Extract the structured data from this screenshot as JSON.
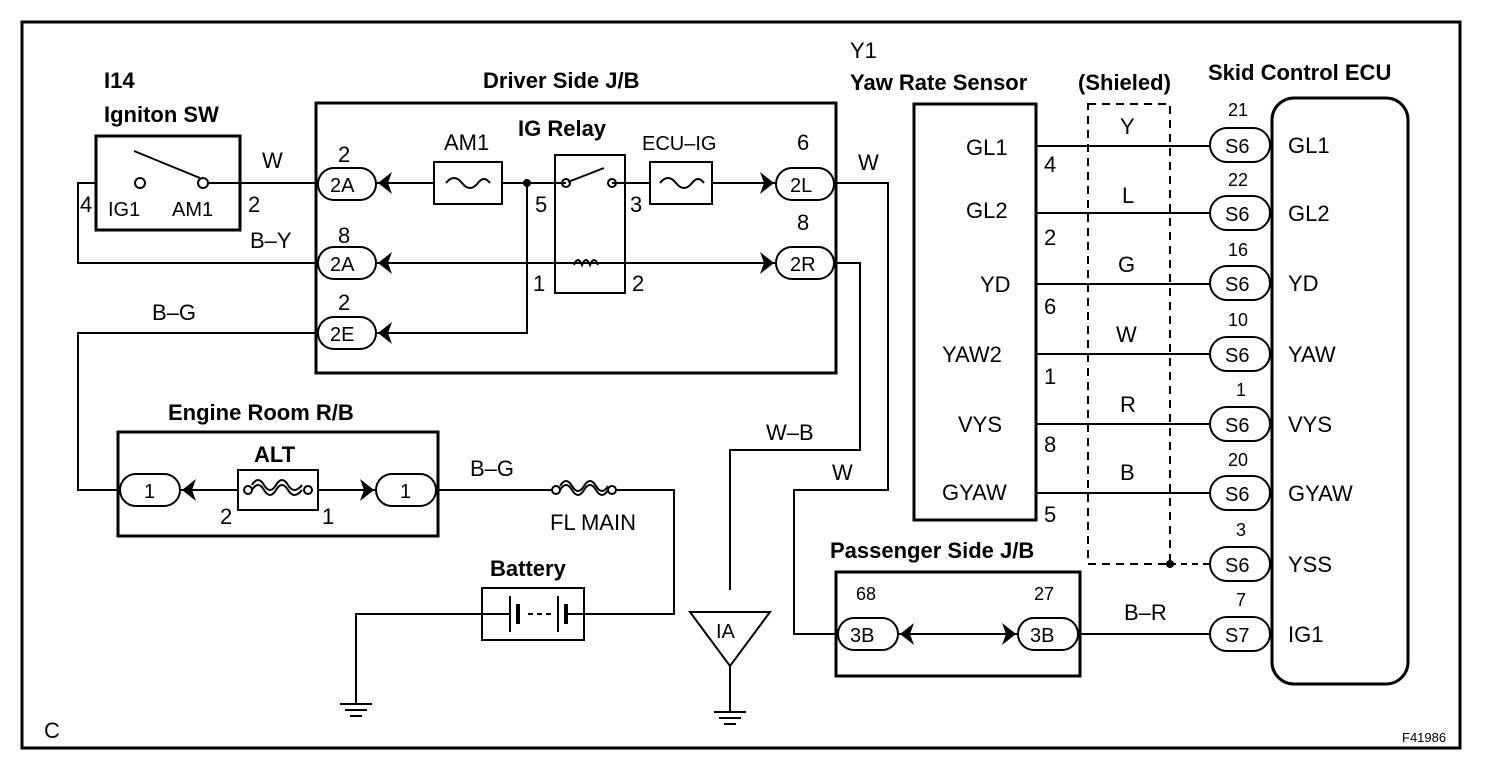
{
  "corner_letter": "C",
  "figure_code": "F41986",
  "ignition_switch": {
    "code": "I14",
    "name": "Igniton SW",
    "pin_ig1": "IG1",
    "pin_am1": "AM1",
    "n_ig1": "4",
    "n_am1": "2"
  },
  "driver_jb": {
    "title": "Driver Side J/B",
    "fuse_am1": "AM1",
    "relay": "IG Relay",
    "fuse_ecu_ig": "ECU–IG",
    "relay_pins": {
      "p5": "5",
      "p3": "3",
      "p1": "1",
      "p2": "2"
    },
    "connectors": [
      {
        "id": "2A",
        "num": "2"
      },
      {
        "id": "2A",
        "num": "8"
      },
      {
        "id": "2E",
        "num": "2"
      },
      {
        "id": "2L",
        "num": "6"
      },
      {
        "id": "2R",
        "num": "8"
      }
    ]
  },
  "engine_rb": {
    "title": "Engine Room R/B",
    "fuse": "ALT",
    "left_conn": "1",
    "right_conn": "1",
    "n_left": "2",
    "n_right": "1"
  },
  "fl_main": "FL MAIN",
  "battery": "Battery",
  "ground_ia": "IA",
  "passenger_jb": {
    "title": "Passenger Side J/B",
    "left_conn": "3B",
    "right_conn": "3B",
    "n_left": "68",
    "n_right": "27"
  },
  "yaw_sensor": {
    "code": "Y1",
    "name": "Yaw Rate Sensor",
    "pins": [
      {
        "label": "GL1",
        "num": "4"
      },
      {
        "label": "GL2",
        "num": "2"
      },
      {
        "label": "YD",
        "num": "6"
      },
      {
        "label": "YAW2",
        "num": "1"
      },
      {
        "label": "VYS",
        "num": "8"
      },
      {
        "label": "GYAW",
        "num": "5"
      }
    ]
  },
  "shielded": "(Shieled)",
  "ecu": {
    "title": "Skid Control ECU",
    "pins": [
      {
        "num": "21",
        "conn": "S6",
        "label": "GL1"
      },
      {
        "num": "22",
        "conn": "S6",
        "label": "GL2"
      },
      {
        "num": "16",
        "conn": "S6",
        "label": "YD"
      },
      {
        "num": "10",
        "conn": "S6",
        "label": "YAW"
      },
      {
        "num": "1",
        "conn": "S6",
        "label": "VYS"
      },
      {
        "num": "20",
        "conn": "S6",
        "label": "GYAW"
      },
      {
        "num": "3",
        "conn": "S6",
        "label": "YSS"
      },
      {
        "num": "7",
        "conn": "S7",
        "label": "IG1"
      }
    ]
  },
  "wires": {
    "w_ig": "W",
    "by": "B–Y",
    "bg_top": "B–G",
    "bg_mid": "B–G",
    "w_2l": "W",
    "wb": "W–B",
    "w_pass": "W",
    "br": "B–R",
    "sensor_colors": [
      "Y",
      "L",
      "G",
      "W",
      "R",
      "B"
    ]
  }
}
